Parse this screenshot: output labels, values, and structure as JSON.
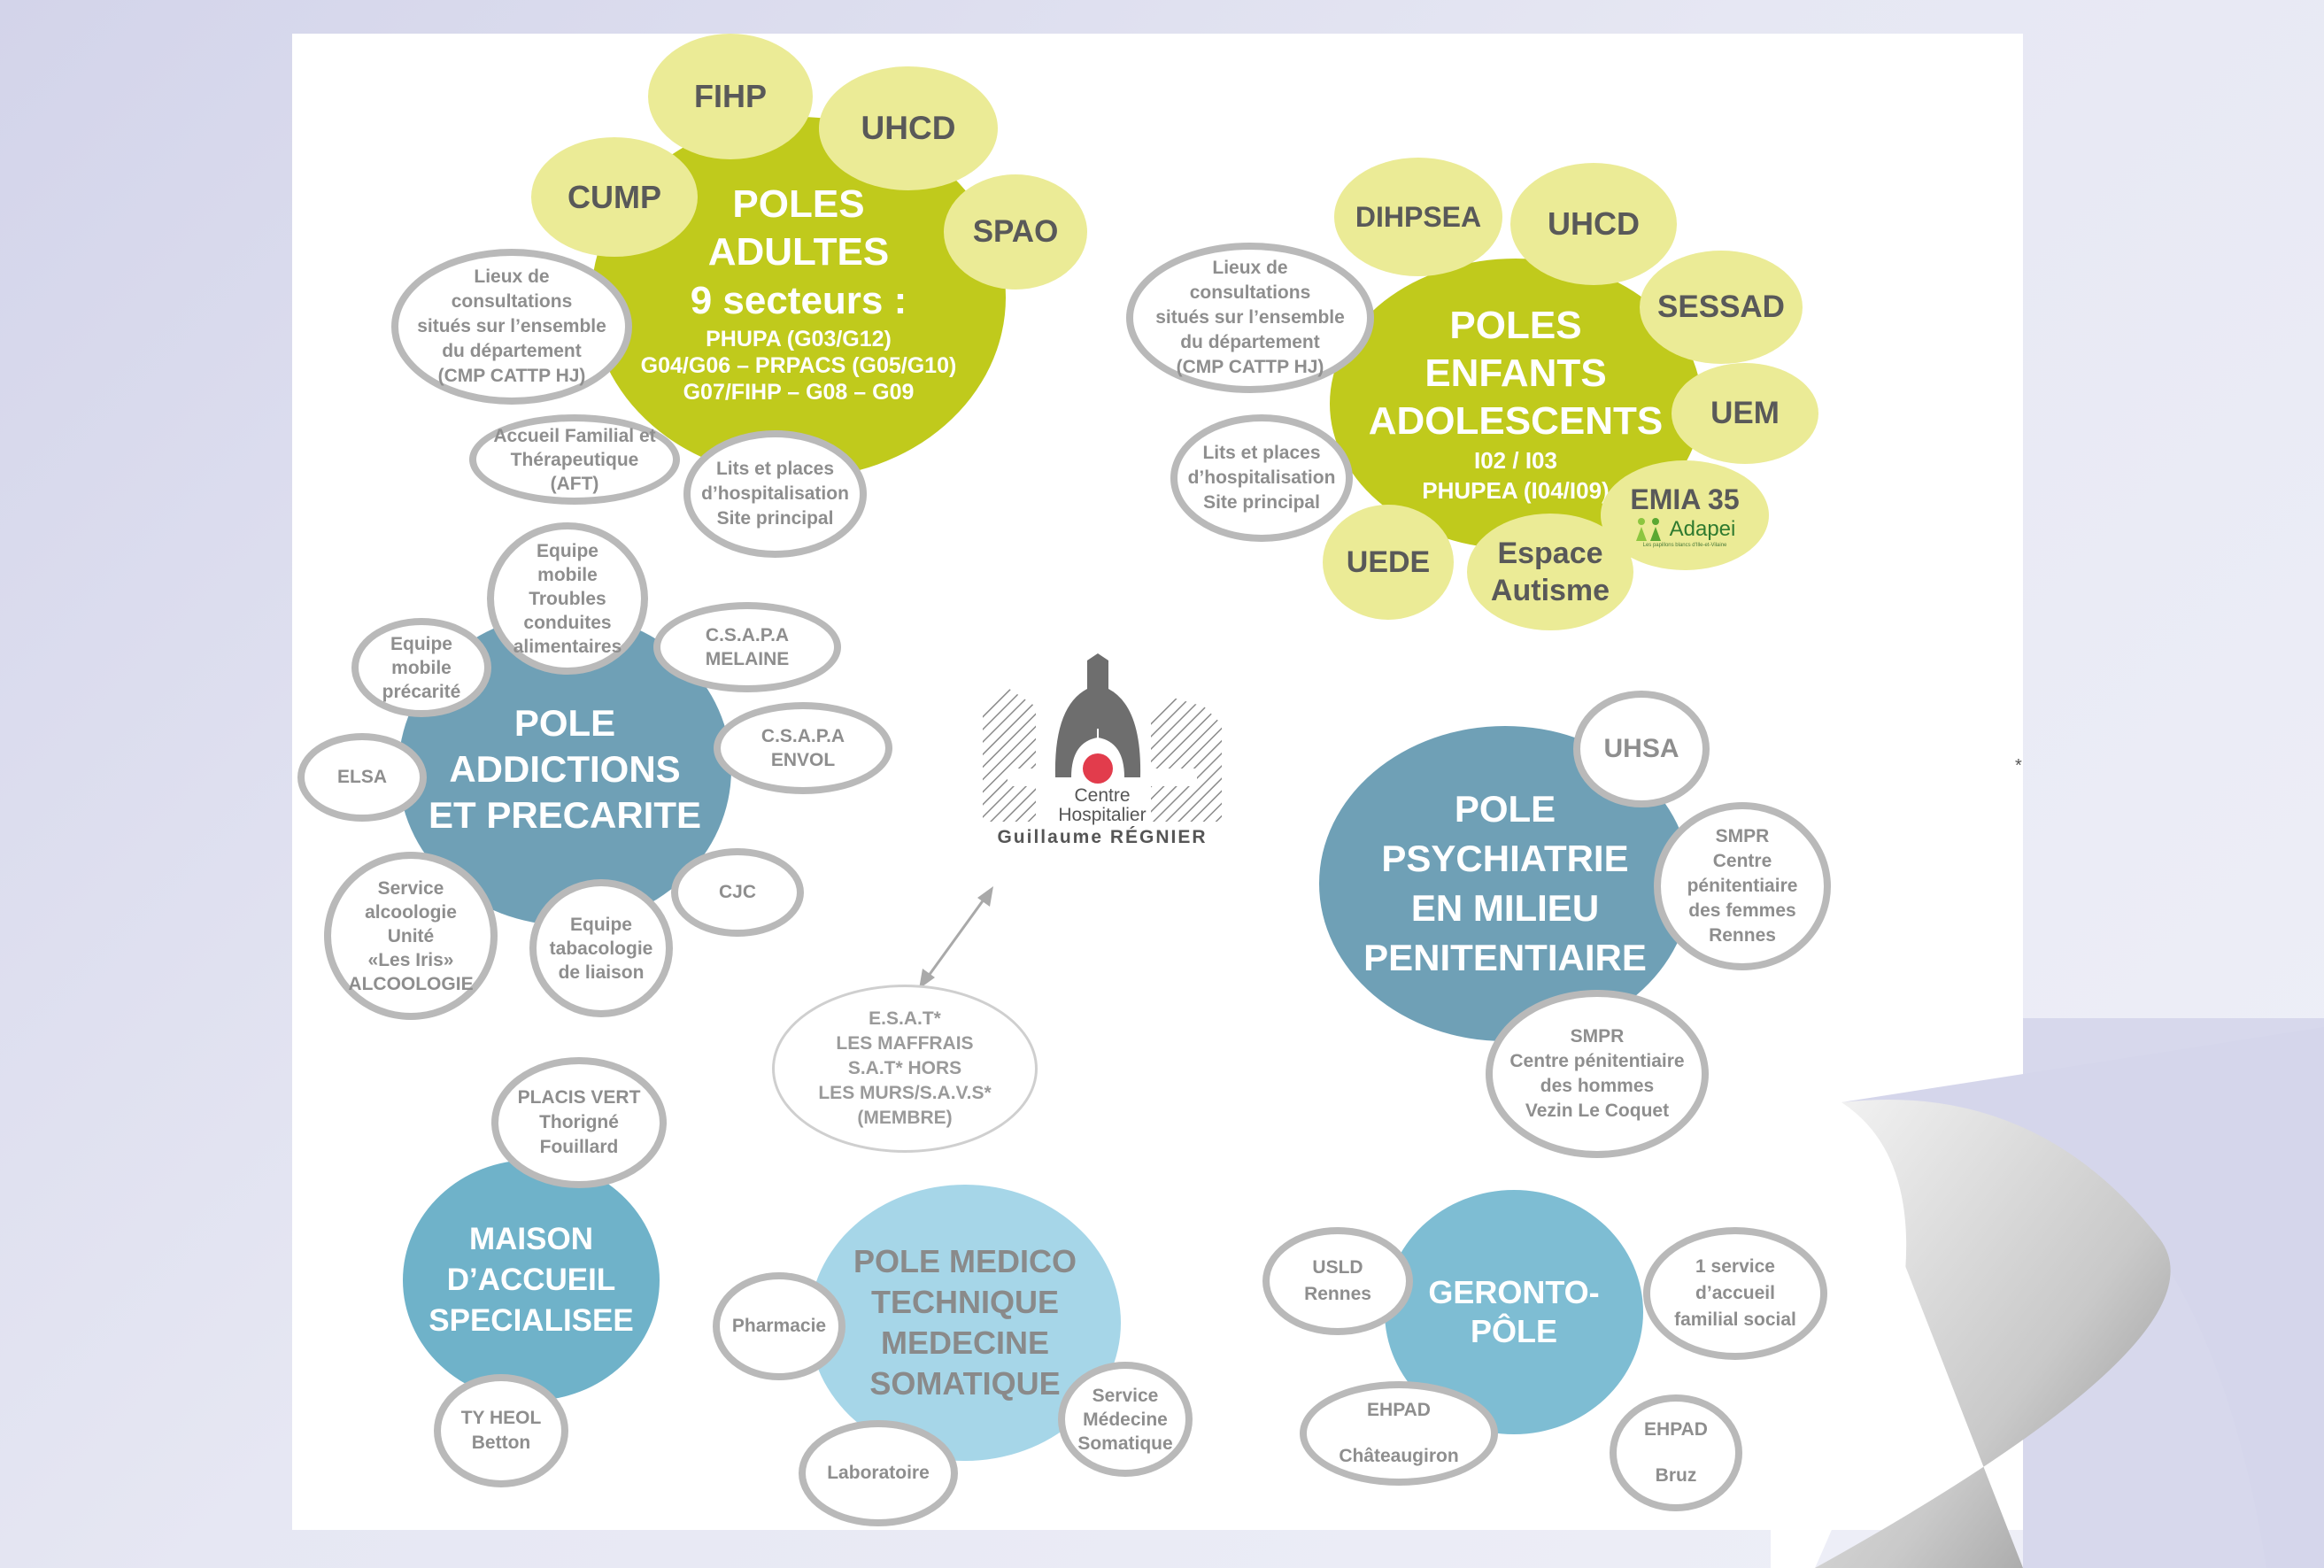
{
  "colors": {
    "adult_green": "#c0ca1c",
    "light_yellow": "#ebeb96",
    "teal": "#6fa0b6",
    "light_teal": "#a6d6e8",
    "ring_gray": "#b9b9b9"
  },
  "logo": {
    "line1": "Centre",
    "line2": "Hospitalier",
    "line3": "Guillaume RÉGNIER"
  },
  "asterisk": "*",
  "adults": {
    "main_l1": "POLES",
    "main_l2": "ADULTES",
    "main_l3": "9 secteurs :",
    "main_sub": "PHUPA (G03/G12)\nG04/G06 – PRPACS (G05/G10)\nG07/FIHP – G08 – G09",
    "fihp": "FIHP",
    "uhcd": "UHCD",
    "cump": "CUMP",
    "spao": "SPAO",
    "lieux": "Lieux de\nconsultations\nsitués sur l’ensemble\ndu département\n(CMP CATTP HJ)",
    "accueil": "Accueil Familial et\nThérapeutique\n(AFT)",
    "lits": "Lits et places\nd’hospitalisation\nSite principal"
  },
  "children": {
    "main_l1": "POLES",
    "main_l2": "ENFANTS",
    "main_l3": "ADOLESCENTS",
    "main_sub": "I02 / I03\nPHUPEA (I04/I09)",
    "dihpsea": "DIHPSEA",
    "uhcd": "UHCD",
    "sessad": "SESSAD",
    "uem": "UEM",
    "emia": "EMIA 35",
    "adapei": "Adapei",
    "adapei_tag": "Les papillons blancs d'Ille-et-Vilaine",
    "uede": "UEDE",
    "espace": "Espace\nAutisme",
    "lieux": "Lieux de\nconsultations\nsitués sur l’ensemble\ndu département\n(CMP CATTP HJ)",
    "lits": "Lits et places\nd’hospitalisation\nSite principal"
  },
  "addictions": {
    "main": "POLE\nADDICTIONS\nET PRECARITE",
    "equipe_tca": "Equipe\nmobile\nTroubles\nconduites\nalimentaires",
    "equipe_prec": "Equipe\nmobile\nprécarité",
    "csapa_melaine": "C.S.A.P.A\nMELAINE",
    "csapa_envol": "C.S.A.P.A\nENVOL",
    "elsa": "ELSA",
    "cjc": "CJC",
    "service_alc": "Service\nalcoologie\nUnité\n«Les Iris»\nALCOOLOGIE",
    "tabac": "Equipe\ntabacologie\nde liaison"
  },
  "psy": {
    "main": "POLE\nPSYCHIATRIE\nEN MILIEU\nPENITENTIAIRE",
    "uhsa": "UHSA",
    "smpr_f": "SMPR\nCentre\npénitentiaire\ndes femmes\nRennes",
    "smpr_h": "SMPR\nCentre pénitentiaire\ndes hommes\nVezin Le Coquet"
  },
  "esat": "E.S.A.T*\nLES MAFFRAIS\nS.A.T* HORS\nLES MURS/S.A.V.S*\n(MEMBRE)",
  "mas": {
    "main": "MAISON\nD’ACCUEIL\nSPECIALISEE",
    "placis": "PLACIS VERT\nThorigné\nFouillard",
    "tyheol": "TY HEOL\nBetton"
  },
  "medico": {
    "main": "POLE MEDICO\nTECHNIQUE\nMEDECINE\nSOMATIQUE",
    "pharmacie": "Pharmacie",
    "labo": "Laboratoire",
    "service": "Service\nMédecine\nSomatique"
  },
  "geronto": {
    "main": "GERONTO-\nPÔLE",
    "usld": "USLD\nRennes",
    "familial": "1 service\nd’accueil\nfamilial social",
    "ehpad_ch": "EHPAD\n\nChâteaugiron",
    "ehpad_br": "EHPAD\n\nBruz"
  }
}
